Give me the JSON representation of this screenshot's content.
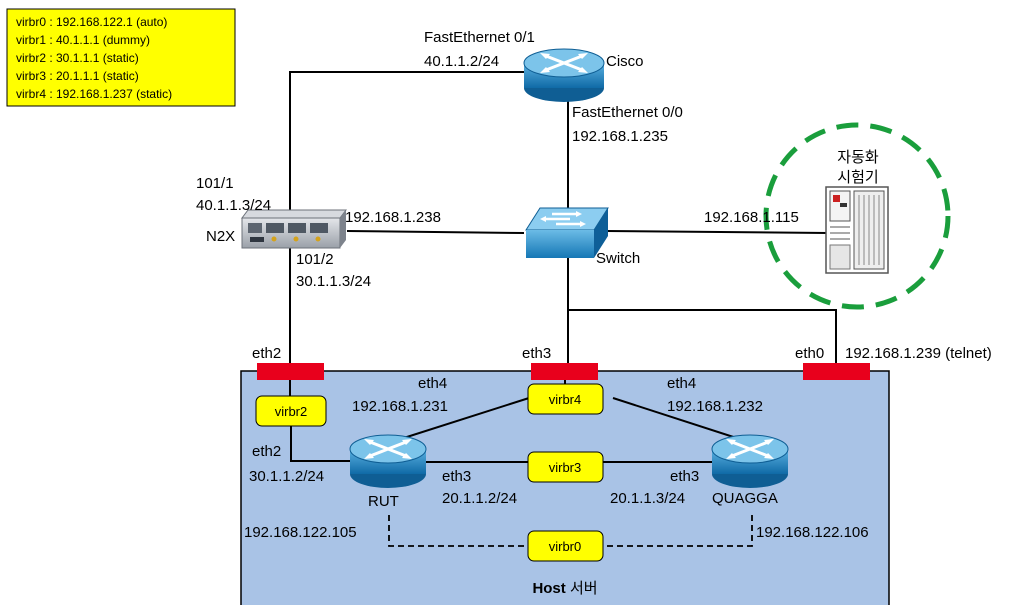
{
  "legend": {
    "lines": [
      "virbr0 : 192.168.122.1 (auto)",
      "virbr1 : 40.1.1.1 (dummy)",
      "virbr2 : 30.1.1.1 (static)",
      "virbr3 : 20.1.1.1 (static)",
      "virbr4 : 192.168.1.237 (static)"
    ]
  },
  "cisco": {
    "name": "Cisco",
    "fe01_label": "FastEthernet 0/1",
    "fe01_ip": "40.1.1.2/24",
    "fe00_label": "FastEthernet 0/0",
    "fe00_ip": "192.168.1.235"
  },
  "n2x": {
    "name": "N2X",
    "port1_label": "101/1",
    "port1_ip": "40.1.1.3/24",
    "port2_label": "101/2",
    "port2_ip": "30.1.1.3/24",
    "switch_link_ip": "192.168.1.238"
  },
  "switch": {
    "name": "Switch"
  },
  "tester": {
    "name_line1": "자동화",
    "name_line2": "시험기",
    "ip": "192.168.1.115"
  },
  "host": {
    "title_bold": "Host",
    "title_rest": " 서버",
    "eth2_label": "eth2",
    "eth3_label": "eth3",
    "eth0_label": "eth0",
    "eth0_ip": "192.168.1.239 (telnet)"
  },
  "bridges": {
    "virbr0": "virbr0",
    "virbr2": "virbr2",
    "virbr3": "virbr3",
    "virbr4": "virbr4"
  },
  "rut": {
    "name": "RUT",
    "eth4_label": "eth4",
    "eth4_ip": "192.168.1.231",
    "eth2_label": "eth2",
    "eth2_ip": "30.1.1.2/24",
    "eth3_label": "eth3",
    "eth3_ip": "20.1.1.2/24",
    "mgmt_ip": "192.168.122.105"
  },
  "quagga": {
    "name": "QUAGGA",
    "eth4_label": "eth4",
    "eth4_ip": "192.168.1.232",
    "eth3_label": "eth3",
    "eth3_ip": "20.1.1.3/24",
    "mgmt_ip": "192.168.122.106"
  },
  "colors": {
    "legend_bg": "#ffff00",
    "host_bg": "#a9c3e6",
    "port_red": "#e8001c",
    "router_blue": "#1a7fbf",
    "dashed_green": "#1a9e3c"
  }
}
